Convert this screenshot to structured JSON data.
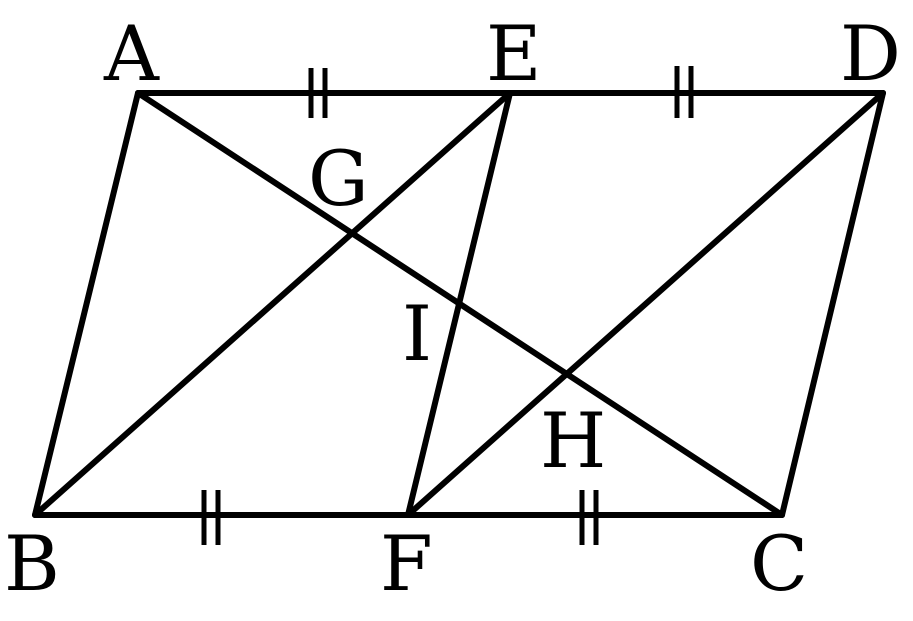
{
  "figure": {
    "points": [
      {
        "id": "A",
        "label": "A"
      },
      {
        "id": "E",
        "label": "E"
      },
      {
        "id": "D",
        "label": "D"
      },
      {
        "id": "G",
        "label": "G"
      },
      {
        "id": "I",
        "label": "I"
      },
      {
        "id": "H",
        "label": "H"
      },
      {
        "id": "B",
        "label": "B"
      },
      {
        "id": "F",
        "label": "F"
      },
      {
        "id": "C",
        "label": "C"
      }
    ],
    "segments": [
      [
        "A",
        "D"
      ],
      [
        "B",
        "C"
      ],
      [
        "A",
        "B"
      ],
      [
        "D",
        "C"
      ],
      [
        "A",
        "C"
      ],
      [
        "B",
        "E"
      ],
      [
        "E",
        "F"
      ],
      [
        "F",
        "D"
      ]
    ],
    "equal_marks": [
      "AE",
      "ED",
      "BF",
      "FC"
    ],
    "colors": {
      "stroke": "#000000",
      "background": "#ffffff"
    }
  }
}
